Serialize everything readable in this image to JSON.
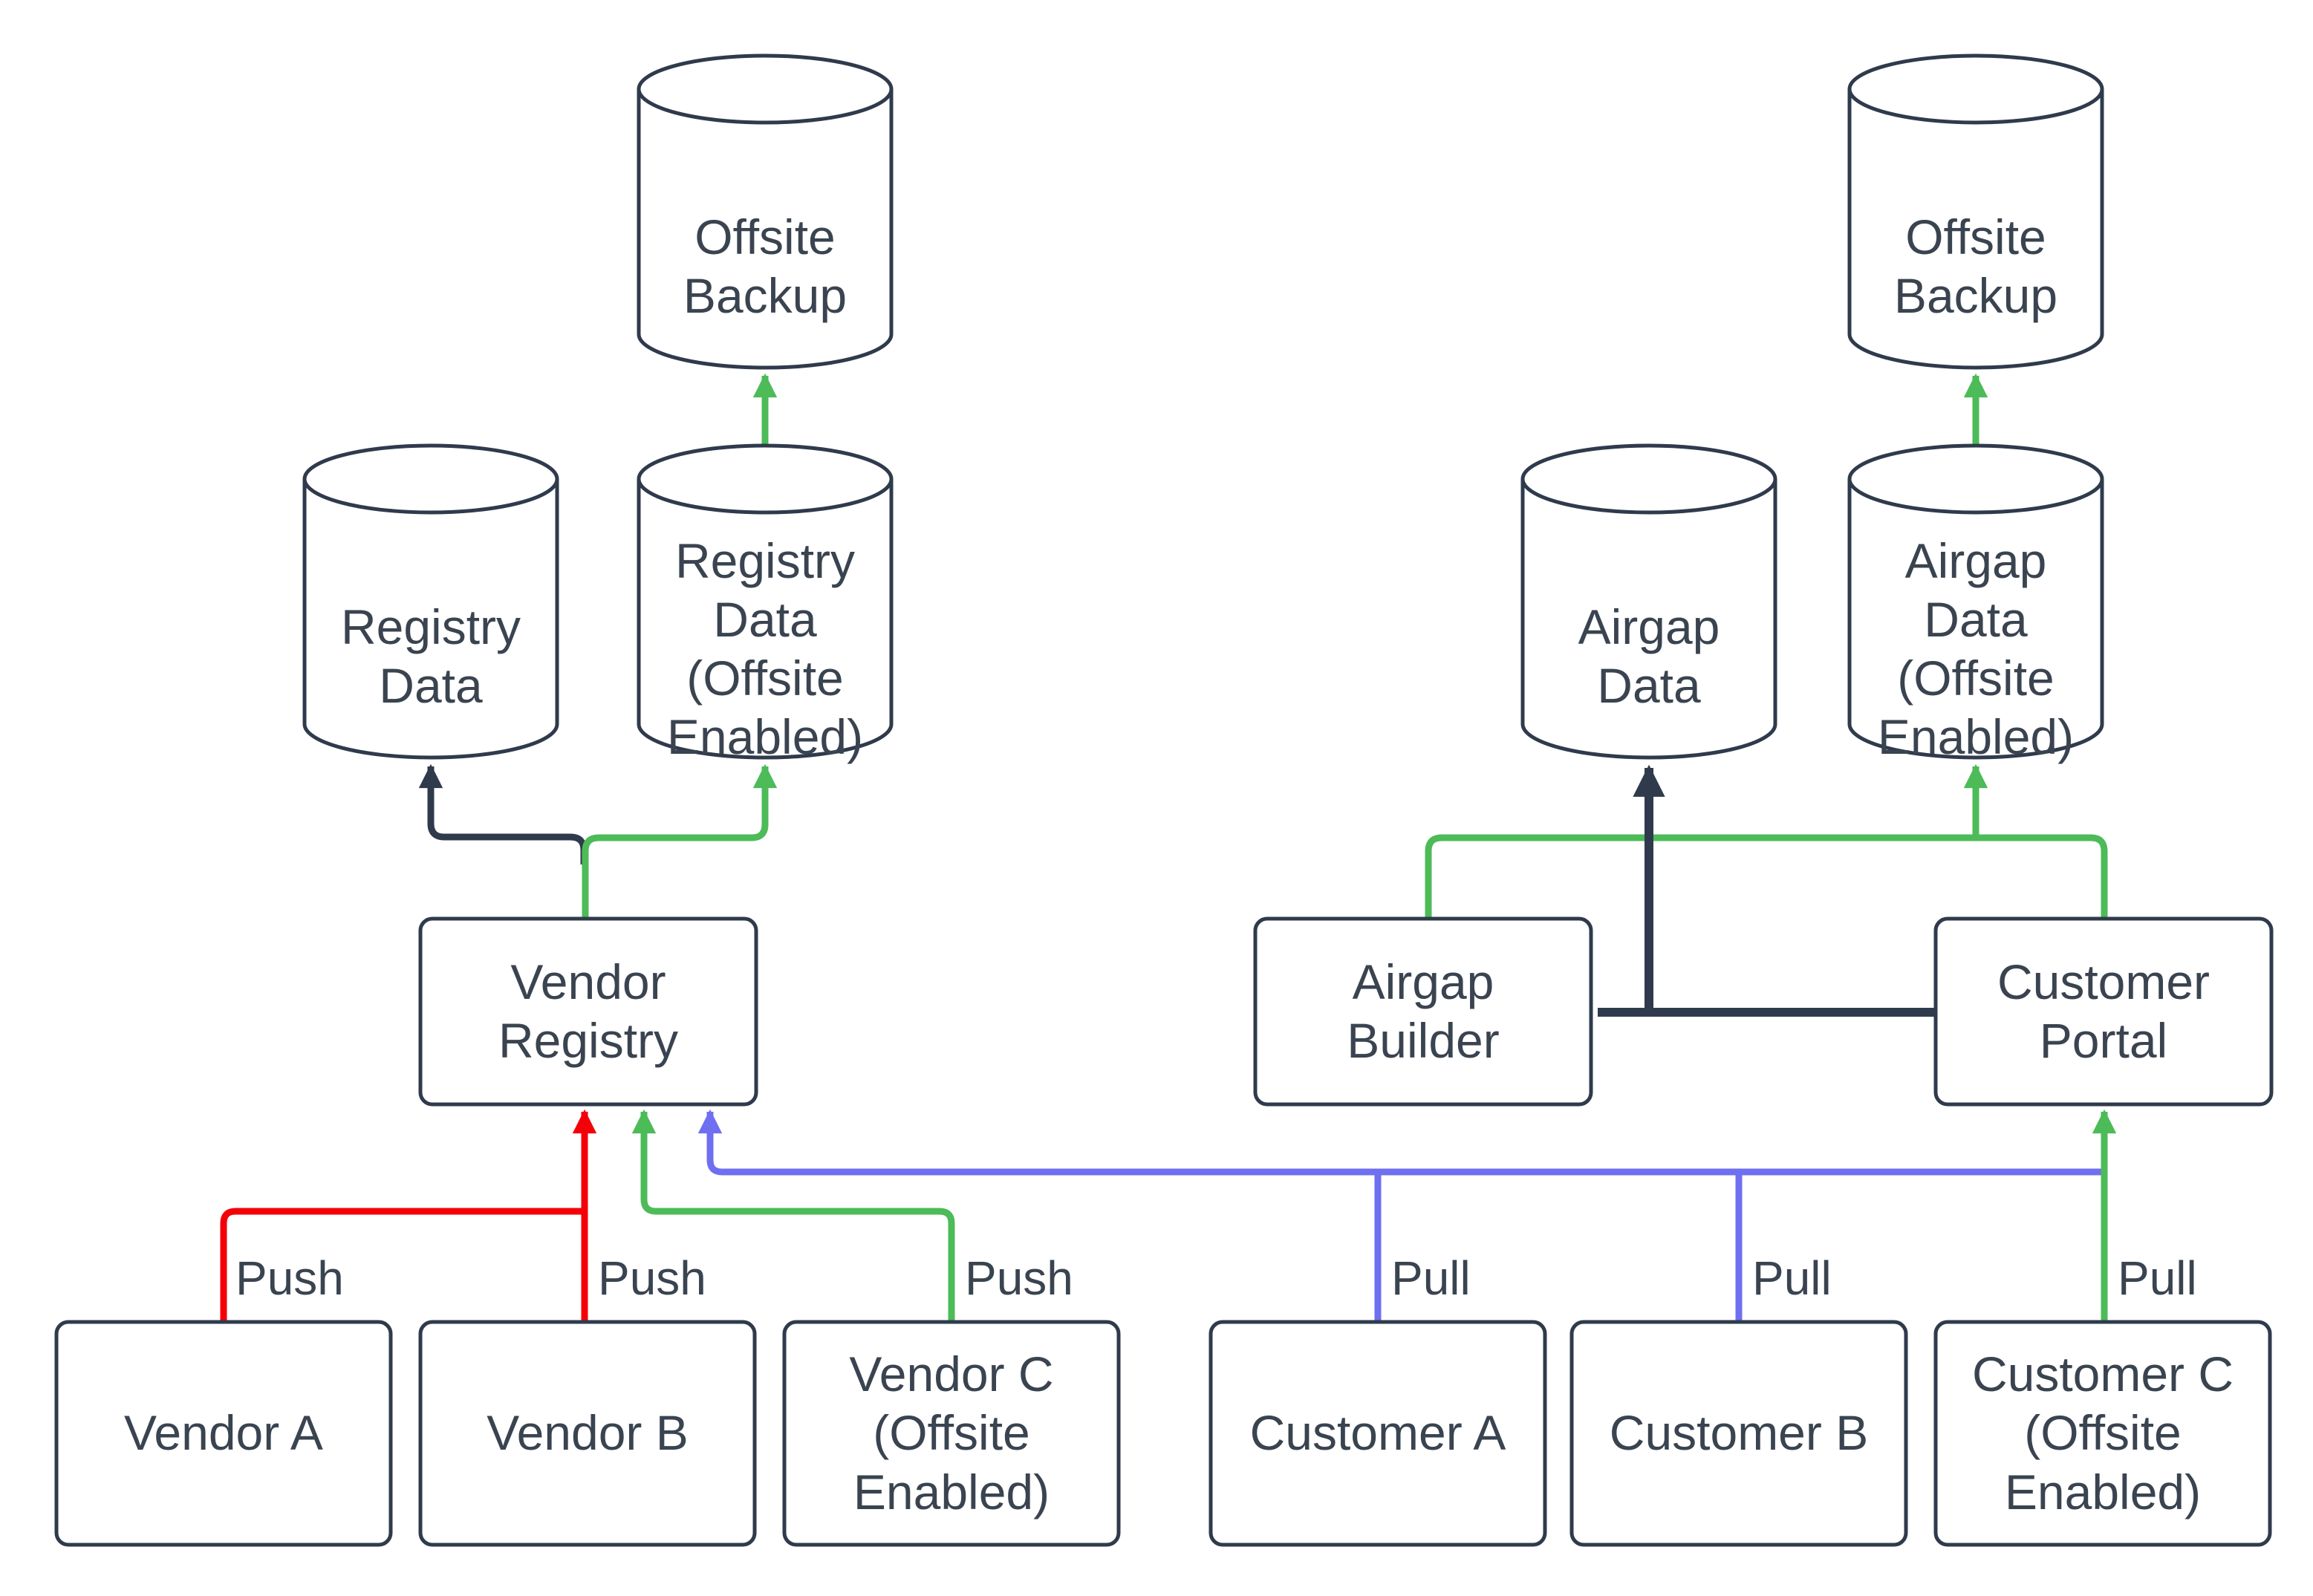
{
  "diagram": {
    "title": "Registry / Airgap data flow diagram",
    "nodes": {
      "offsite_backup_left": {
        "label": "Offsite\nBackup",
        "shape": "cylinder"
      },
      "registry_data": {
        "label": "Registry\nData",
        "shape": "cylinder"
      },
      "registry_data_offsite": {
        "label": "Registry\nData\n(Offsite\nEnabled)",
        "shape": "cylinder"
      },
      "offsite_backup_right": {
        "label": "Offsite\nBackup",
        "shape": "cylinder"
      },
      "airgap_data": {
        "label": "Airgap\nData",
        "shape": "cylinder"
      },
      "airgap_data_offsite": {
        "label": "Airgap\nData\n(Offsite\nEnabled)",
        "shape": "cylinder"
      },
      "vendor_registry": {
        "label": "Vendor\nRegistry",
        "shape": "box"
      },
      "airgap_builder": {
        "label": "Airgap\nBuilder",
        "shape": "box"
      },
      "customer_portal": {
        "label": "Customer\nPortal",
        "shape": "box"
      },
      "vendor_a": {
        "label": "Vendor A",
        "shape": "box"
      },
      "vendor_b": {
        "label": "Vendor B",
        "shape": "box"
      },
      "vendor_c": {
        "label": "Vendor C\n(Offsite\nEnabled)",
        "shape": "box"
      },
      "customer_a": {
        "label": "Customer A",
        "shape": "box"
      },
      "customer_b": {
        "label": "Customer B",
        "shape": "box"
      },
      "customer_c": {
        "label": "Customer C\n(Offsite\nEnabled)",
        "shape": "box"
      }
    },
    "edge_labels": {
      "push_vendor_a": "Push",
      "push_vendor_b": "Push",
      "push_vendor_c": "Push",
      "pull_customer_a": "Pull",
      "pull_customer_b": "Pull",
      "pull_customer_c": "Pull"
    },
    "colors": {
      "stroke_dark": "#2F3B4C",
      "text": "#3A4450",
      "push_red": "#F30009",
      "offsite_green": "#4CBB58",
      "pull_blue": "#6F6FF2",
      "background": "#FFFFFF"
    }
  }
}
